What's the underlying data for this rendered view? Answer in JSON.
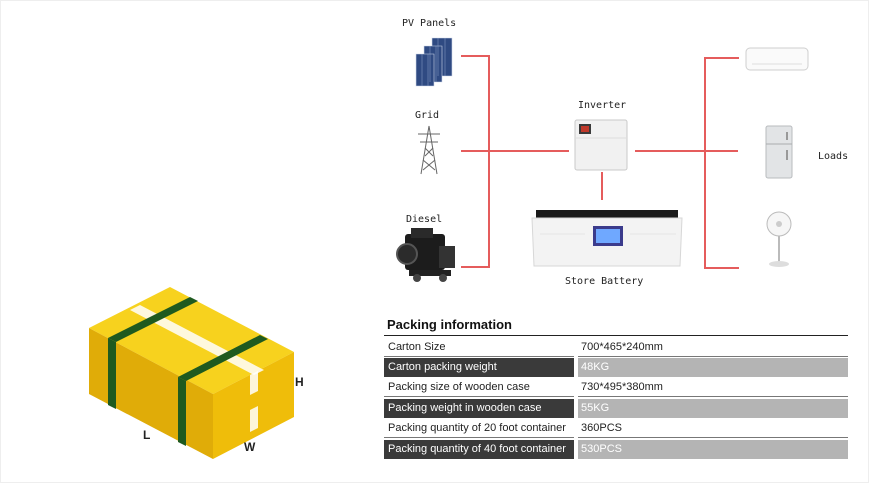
{
  "diagram": {
    "pv_label": "PV Panels",
    "grid_label": "Grid",
    "diesel_label": "Diesel",
    "inverter_label": "Inverter",
    "battery_label": "Store Battery",
    "loads_label": "Loads"
  },
  "box_dimensions": {
    "length": "L",
    "width": "W",
    "height": "H"
  },
  "packing": {
    "title": "Packing information",
    "rows": [
      {
        "label": "Carton Size",
        "value": "700*465*240mm"
      },
      {
        "label": "Carton packing weight",
        "value": "48KG"
      },
      {
        "label": "Packing size of wooden case",
        "value": "730*495*380mm"
      },
      {
        "label": "Packing weight in wooden case",
        "value": "55KG"
      },
      {
        "label": "Packing quantity of 20 foot container",
        "value": "360PCS"
      },
      {
        "label": "Packing quantity of 40 foot container",
        "value": "530PCS"
      }
    ]
  },
  "colors": {
    "connector_red": "#e55c5c",
    "carton_yellow": "#f2c20a",
    "strap_green": "#1f5a1f",
    "dark_row": "#3a3a3a",
    "gray_row": "#b4b4b4"
  }
}
